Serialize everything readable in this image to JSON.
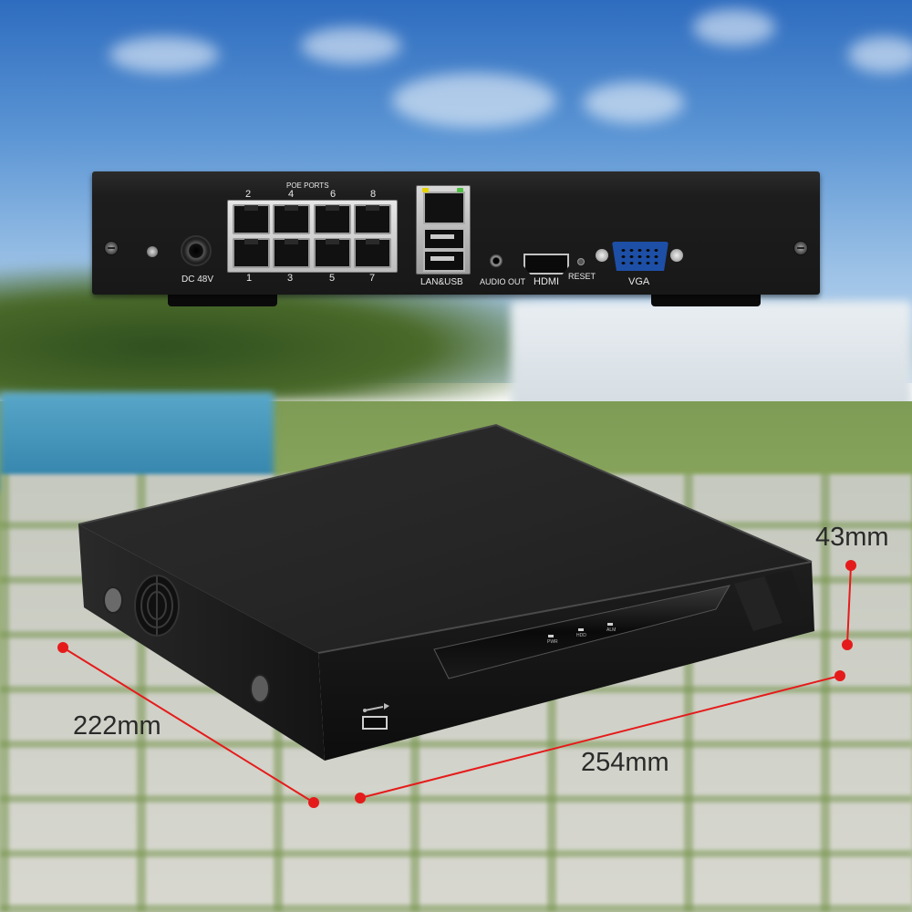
{
  "rear_panel": {
    "poe_ports_title": "POE PORTS",
    "poe_top_numbers": [
      "2",
      "4",
      "6",
      "8"
    ],
    "poe_bottom_numbers": [
      "1",
      "3",
      "5",
      "7"
    ],
    "dc_label": "DC 48V",
    "lan_usb_label": "LAN&USB",
    "audio_label": "AUDIO OUT",
    "hdmi_label": "HDMI",
    "reset_label": "RESET",
    "vga_label": "VGA"
  },
  "front_panel": {
    "leds": [
      "PWR",
      "HDD",
      "ALM"
    ]
  },
  "dimensions": {
    "height": "43mm",
    "depth": "222mm",
    "width": "254mm",
    "line_color": "#e51b1b"
  },
  "icons": [
    "usb-icon",
    "fan-vent-icon",
    "screw-icon"
  ]
}
